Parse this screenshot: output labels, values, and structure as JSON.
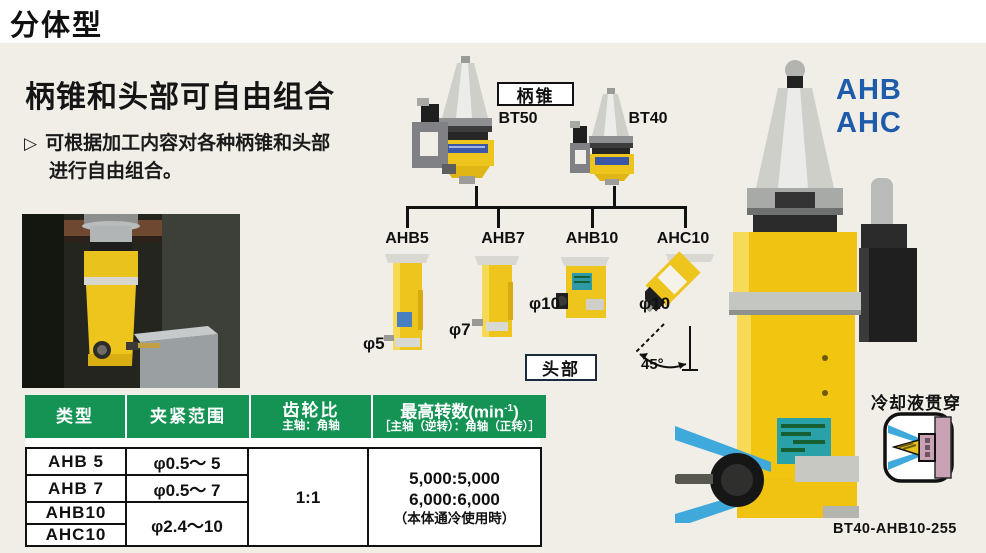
{
  "page": {
    "title": "分体型"
  },
  "intro": {
    "heading": "柄锥和头部可自由组合",
    "bullet_marker": "▷",
    "bullet_line1": "可根据加工内容对各种柄锥和头部",
    "bullet_line2": "进行自由组合。"
  },
  "diagram": {
    "shank_group_label": "柄锥",
    "head_group_label": "头部",
    "shanks": [
      {
        "name": "BT50"
      },
      {
        "name": "BT40"
      }
    ],
    "heads": [
      {
        "name": "AHB5",
        "diameter": "φ5"
      },
      {
        "name": "AHB7",
        "diameter": "φ7"
      },
      {
        "name": "AHB10",
        "diameter": "φ10"
      },
      {
        "name": "AHC10",
        "diameter": "φ10",
        "angle": "45°"
      }
    ]
  },
  "product": {
    "series_line1": "AHB",
    "series_line2": "AHC",
    "coolant_label": "冷却液贯穿",
    "model_code": "BT40-AHB10-255"
  },
  "table": {
    "headers": {
      "type": "类型",
      "range": "夹紧范围",
      "ratio": "齿轮比",
      "ratio_sub": "主轴：角轴",
      "speed_pre": "最高转数(min",
      "speed_sup": "-1",
      "speed_post": ")",
      "speed_sub": "［主轴（逆转）：角轴（正转）］"
    },
    "rows": [
      {
        "type": "AHB 5",
        "range": "φ0.5～ 5"
      },
      {
        "type": "AHB 7",
        "range": "φ0.5～ 7"
      },
      {
        "type": "AHB10",
        "range": "φ2.4～10"
      },
      {
        "type": "AHC10",
        "range": ""
      }
    ],
    "ratio_value": "1:1",
    "speed_line1": "5,000:5,000",
    "speed_line2": "6,000:6,000",
    "speed_note": "（本体通冷使用時）"
  },
  "colors": {
    "panel_bg": "#f1eee7",
    "accent_blue": "#1e5cab",
    "header_green": "#149355",
    "type_cell_green": "#bcdcc4",
    "product_yellow": "#f0c313",
    "coolant_blue": "#3fa9dc",
    "coolant_pink": "#c9a2b6"
  }
}
